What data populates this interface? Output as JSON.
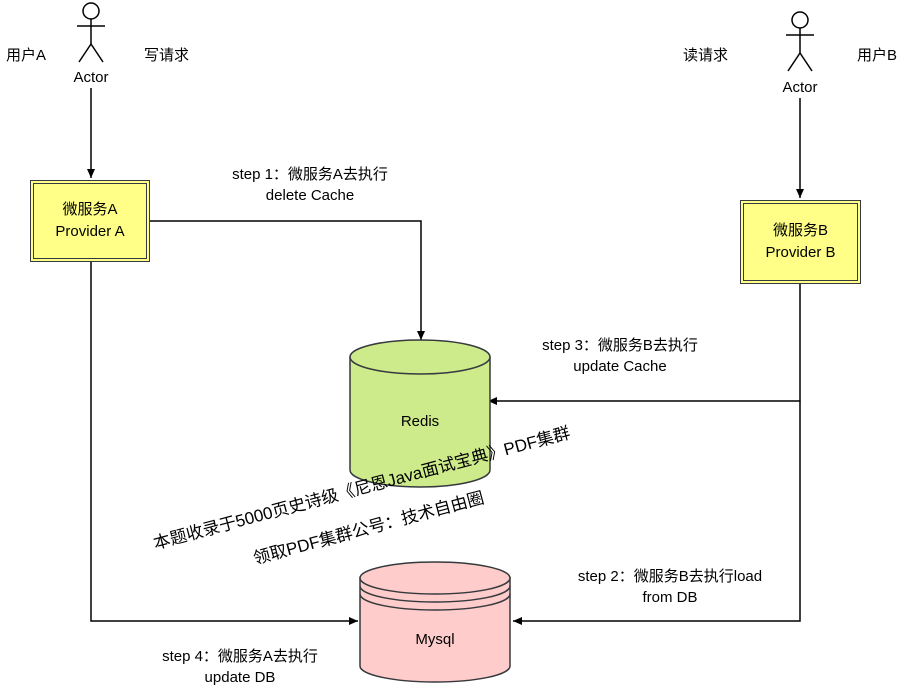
{
  "actors": {
    "user_a": {
      "label": "用户A",
      "caption": "Actor",
      "request": "写请求"
    },
    "user_b": {
      "label": "用户B",
      "caption": "Actor",
      "request": "读请求"
    }
  },
  "services": {
    "a": {
      "line1": "微服务A",
      "line2": "Provider  A"
    },
    "b": {
      "line1": "微服务B",
      "line2": "Provider  B"
    }
  },
  "stores": {
    "redis": {
      "label": "Redis",
      "color": "#cdeb8b"
    },
    "mysql": {
      "label": "Mysql",
      "color": "#ffcccc"
    }
  },
  "steps": {
    "s1": {
      "line1": "step 1：微服务A去执行",
      "line2": "delete Cache"
    },
    "s2": {
      "line1": "step 2：微服务B去执行load",
      "line2": "from DB"
    },
    "s3": {
      "line1": "step 3：微服务B去执行",
      "line2": "update Cache"
    },
    "s4": {
      "line1": "step 4：微服务A去执行",
      "line2": "update DB"
    }
  },
  "watermark": {
    "line1": "本题收录于5000页史诗级《尼恩Java面试宝典》PDF集群",
    "line2": "领取PDF集群公号：技术自由圈"
  }
}
